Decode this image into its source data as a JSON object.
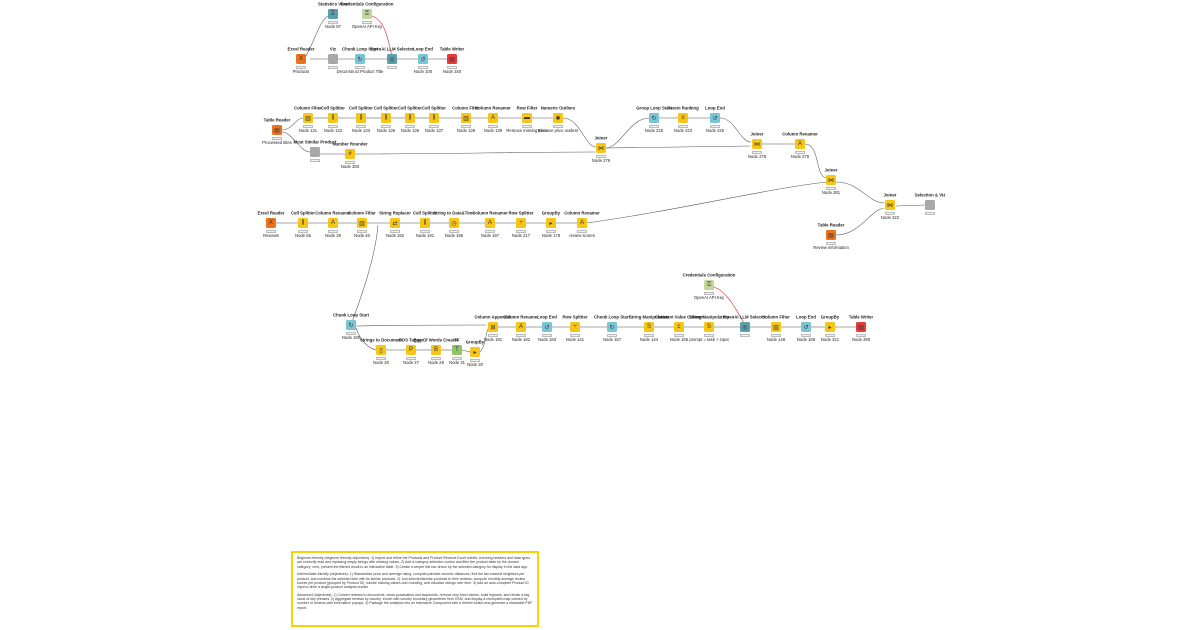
{
  "colors": {
    "orange": "#e8731e",
    "yellow": "#f5c518",
    "blue": "#7ac4d4",
    "teal": "#5a9fab",
    "gray": "#a8a8a8",
    "red": "#e63b3b",
    "green": "#8fc46a",
    "lightgreen": "#c4d79a"
  },
  "nodes": [
    {
      "title": "Statistics View",
      "label": "Node 97",
      "color": "teal",
      "icon": "statistics-icon"
    },
    {
      "title": "Credentials Configuration",
      "label": "OpenAI API Key",
      "color": "lightgreen",
      "icon": "key-icon"
    },
    {
      "title": "Excel Reader",
      "label": "Products",
      "color": "orange",
      "icon": "excel-icon"
    },
    {
      "title": "Viz",
      "label": "",
      "color": "gray",
      "icon": "component-icon"
    },
    {
      "title": "Chunk Loop Start",
      "label": "Deconstruct Product Title",
      "color": "blue",
      "icon": "loop-icon"
    },
    {
      "title": "OpenAI LLM Selector",
      "label": "",
      "color": "teal",
      "icon": "ai-icon"
    },
    {
      "title": "Loop End",
      "label": "Node 100",
      "color": "blue",
      "icon": "loop-end-icon"
    },
    {
      "title": "Table Writer",
      "label": "Node 340",
      "color": "red",
      "icon": "table-writer-icon"
    },
    {
      "title": "Table Reader",
      "label": "Processed titles",
      "color": "orange",
      "icon": "table-reader-icon"
    },
    {
      "title": "Column Filter",
      "label": "Node 131",
      "color": "yellow",
      "icon": "filter-icon"
    },
    {
      "title": "Cell Splitter",
      "label": "Node 132",
      "color": "yellow",
      "icon": "splitter-icon"
    },
    {
      "title": "Cell Splitter",
      "label": "Node 133",
      "color": "yellow",
      "icon": "splitter-icon"
    },
    {
      "title": "Cell Splitter",
      "label": "Node 135",
      "color": "yellow",
      "icon": "splitter-icon"
    },
    {
      "title": "Cell Splitter",
      "label": "Node 136",
      "color": "yellow",
      "icon": "splitter-icon"
    },
    {
      "title": "Cell Splitter",
      "label": "Node 137",
      "color": "yellow",
      "icon": "splitter-icon"
    },
    {
      "title": "Column Filter",
      "label": "Node 138",
      "color": "yellow",
      "icon": "filter-icon"
    },
    {
      "title": "Column Renamer",
      "label": "Node 139",
      "color": "yellow",
      "icon": "renamer-icon"
    },
    {
      "title": "Row Filter",
      "label": "Remove missing price",
      "color": "yellow",
      "icon": "row-filter-icon"
    },
    {
      "title": "Numeric Outliers",
      "label": "Remove price outliers",
      "color": "yellow",
      "icon": "outliers-icon"
    },
    {
      "title": "Most Similar Product",
      "label": "",
      "color": "gray",
      "icon": "component-icon"
    },
    {
      "title": "Number Rounder",
      "label": "Node 283",
      "color": "yellow",
      "icon": "rounder-icon"
    },
    {
      "title": "Joiner",
      "label": "Node 279",
      "color": "yellow",
      "icon": "joiner-icon"
    },
    {
      "title": "Group Loop Start",
      "label": "Node 225",
      "color": "blue",
      "icon": "loop-icon"
    },
    {
      "title": "Pareto Ranking",
      "label": "Node 223",
      "color": "yellow",
      "icon": "ranking-icon"
    },
    {
      "title": "Loop End",
      "label": "Node 225",
      "color": "blue",
      "icon": "loop-end-icon"
    },
    {
      "title": "Joiner",
      "label": "Node 278",
      "color": "yellow",
      "icon": "joiner-icon"
    },
    {
      "title": "Column Renamer",
      "label": "Node 279",
      "color": "yellow",
      "icon": "renamer-icon"
    },
    {
      "title": "Joiner",
      "label": "Node 281",
      "color": "yellow",
      "icon": "joiner-icon"
    },
    {
      "title": "Joiner",
      "label": "Node 222",
      "color": "yellow",
      "icon": "joiner-icon"
    },
    {
      "title": "Selection & Viz",
      "label": "",
      "color": "gray",
      "icon": "component-icon"
    },
    {
      "title": "Table Reader",
      "label": "Review information",
      "color": "orange",
      "icon": "table-reader-icon"
    },
    {
      "title": "Excel Reader",
      "label": "Reviews",
      "color": "orange",
      "icon": "excel-icon"
    },
    {
      "title": "Cell Splitter",
      "label": "Node 55",
      "color": "yellow",
      "icon": "splitter-icon"
    },
    {
      "title": "Column Renamer",
      "label": "Node 39",
      "color": "yellow",
      "icon": "renamer-icon"
    },
    {
      "title": "Column Filter",
      "label": "Node 40",
      "color": "yellow",
      "icon": "filter-icon"
    },
    {
      "title": "String Replacer",
      "label": "Node 192",
      "color": "yellow",
      "icon": "replacer-icon"
    },
    {
      "title": "Cell Splitter",
      "label": "Node 191",
      "color": "yellow",
      "icon": "splitter-icon"
    },
    {
      "title": "String to Date&Time",
      "label": "Node 196",
      "color": "yellow",
      "icon": "datetime-icon"
    },
    {
      "title": "Column Renamer",
      "label": "Node 197",
      "color": "yellow",
      "icon": "renamer-icon"
    },
    {
      "title": "Row Splitter",
      "label": "Node 217",
      "color": "yellow",
      "icon": "row-splitter-icon"
    },
    {
      "title": "GroupBy",
      "label": "Node 179",
      "color": "yellow",
      "icon": "groupby-icon"
    },
    {
      "title": "Column Renamer",
      "label": "review scores",
      "color": "yellow",
      "icon": "renamer-icon"
    },
    {
      "title": "Credentials Configuration",
      "label": "OpenAI API Key",
      "color": "lightgreen",
      "icon": "key-icon"
    },
    {
      "title": "Chunk Loop Start",
      "label": "Node 180",
      "color": "blue",
      "icon": "loop-icon"
    },
    {
      "title": "Strings to Document",
      "label": "Node 26",
      "color": "yellow",
      "icon": "document-icon"
    },
    {
      "title": "POS Tagger",
      "label": "Node 27",
      "color": "yellow",
      "icon": "pos-icon"
    },
    {
      "title": "Bag Of Words Creator",
      "label": "Node 29",
      "color": "yellow",
      "icon": "bow-icon"
    },
    {
      "title": "TF",
      "label": "Node 31",
      "color": "green",
      "icon": "tf-icon"
    },
    {
      "title": "GroupBy",
      "label": "Node 30",
      "color": "yellow",
      "icon": "groupby-icon"
    },
    {
      "title": "Column Appender",
      "label": "Node 181",
      "color": "yellow",
      "icon": "appender-icon"
    },
    {
      "title": "Column Renamer",
      "label": "Node 182",
      "color": "yellow",
      "icon": "renamer-icon"
    },
    {
      "title": "Loop End",
      "label": "Node 183",
      "color": "blue",
      "icon": "loop-end-icon"
    },
    {
      "title": "Row Splitter",
      "label": "Node 141",
      "color": "yellow",
      "icon": "row-splitter-icon"
    },
    {
      "title": "Chunk Loop Start",
      "label": "Node 157",
      "color": "blue",
      "icon": "loop-icon"
    },
    {
      "title": "String Manipulation",
      "label": "Node 144",
      "color": "yellow",
      "icon": "string-manip-icon"
    },
    {
      "title": "Constant Value Column",
      "label": "Node 165",
      "color": "yellow",
      "icon": "constant-icon"
    },
    {
      "title": "String Manipulation",
      "label": "prompt = task + input",
      "color": "yellow",
      "icon": "string-manip-icon"
    },
    {
      "title": "OpenAI LLM Selector",
      "label": "",
      "color": "teal",
      "icon": "ai-icon"
    },
    {
      "title": "Column Filter",
      "label": "Node 148",
      "color": "yellow",
      "icon": "filter-icon"
    },
    {
      "title": "Loop End",
      "label": "Node 168",
      "color": "blue",
      "icon": "loop-end-icon"
    },
    {
      "title": "GroupBy",
      "label": "Node 221",
      "color": "yellow",
      "icon": "groupby-icon"
    },
    {
      "title": "Table Writer",
      "label": "Node 280",
      "color": "red",
      "icon": "table-writer-icon"
    }
  ],
  "annotation": {
    "paragraphs": [
      "Beginner-friendly (beginner friendly objectives): 1) Import and refine the Products and Product Reviews Excel sheets, ensuring headers and data types are correctly read and replacing empty strings with missing values. 2) Add a category selection control and filter the product table by the chosen category; next, present the filtered result in an interactive table. 3) Create a simple line bar driven by the selected category for display in the data app.",
      "Intermediate-friendly (objectives): 1) Standardize price and average rating, compute pairwise numeric distances, find the two nearest neighbors per product, and combine the selected item with its similar products. 2) Join selected/similar products to their reviews, compute monthly average review scores per product (grouped by Product ID), handle missing values and rounding, and visualize ratings over time. 3) Add an auto-complete Product ID input to drive a single-product analysis branch.",
      "Advanced (objectives): 1) Convert reviews to documents, clean punctuation and stopwords, remove very short tokens, build bigrams, and render a tag cloud of key phrases. 2) Aggregate reviews by country, enrich with country boundary geometries from OSM, and display a choropleth map colored by number of reviews with informative popups. 3) Package the analytics into an interactive Component with a refresh button and generate a shareable PDF report."
    ]
  }
}
